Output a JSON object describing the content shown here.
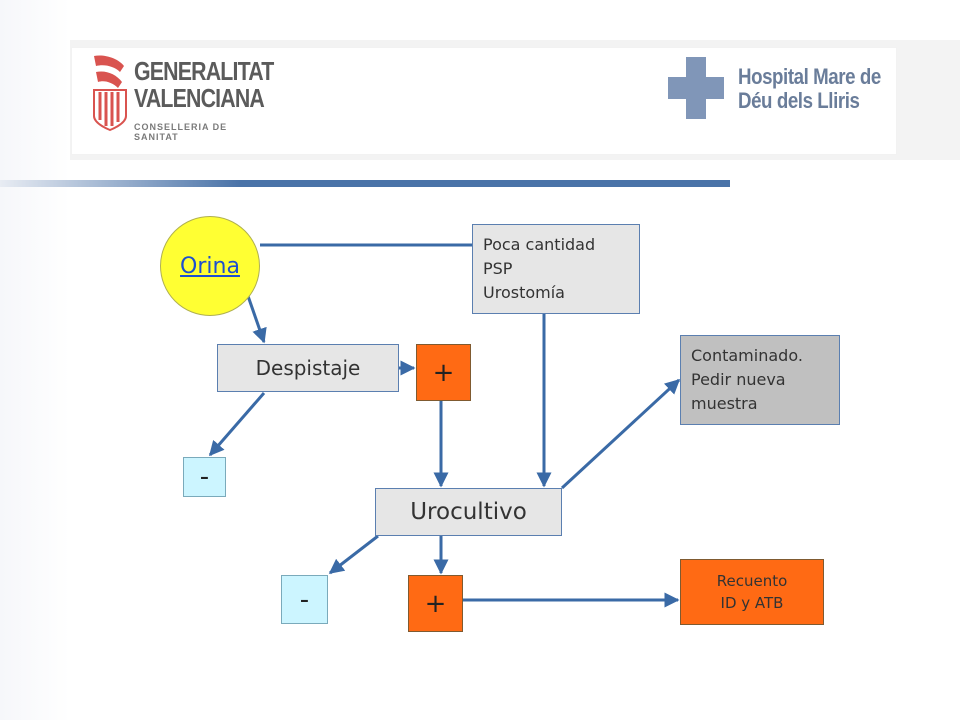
{
  "header": {
    "left_logo": {
      "line1": "GENERALITAT",
      "line2": "VALENCIANA",
      "sub": "CONSELLERIA DE SANITAT"
    },
    "right_logo": {
      "line1": "Hospital Mare de",
      "line2": "Déu dels Lliris"
    }
  },
  "colors": {
    "accent_blue": "#4a73a8",
    "yellow": "#ffff33",
    "orange": "#ff6a14",
    "light_cyan": "#ccf5ff",
    "grey_box": "#e6e6e6",
    "dark_grey_box": "#c0c0c0"
  },
  "diagram": {
    "orina": "Orina",
    "despistaje": "Despistaje",
    "urocultivo": "Urocultivo",
    "poca": [
      "Poca cantidad",
      "PSP",
      "Urostomía"
    ],
    "contaminado": [
      "Contaminado.",
      "Pedir nueva",
      "muestra"
    ],
    "plus": "+",
    "minus": "-",
    "recuento": [
      "Recuento",
      "ID y ATB"
    ]
  }
}
